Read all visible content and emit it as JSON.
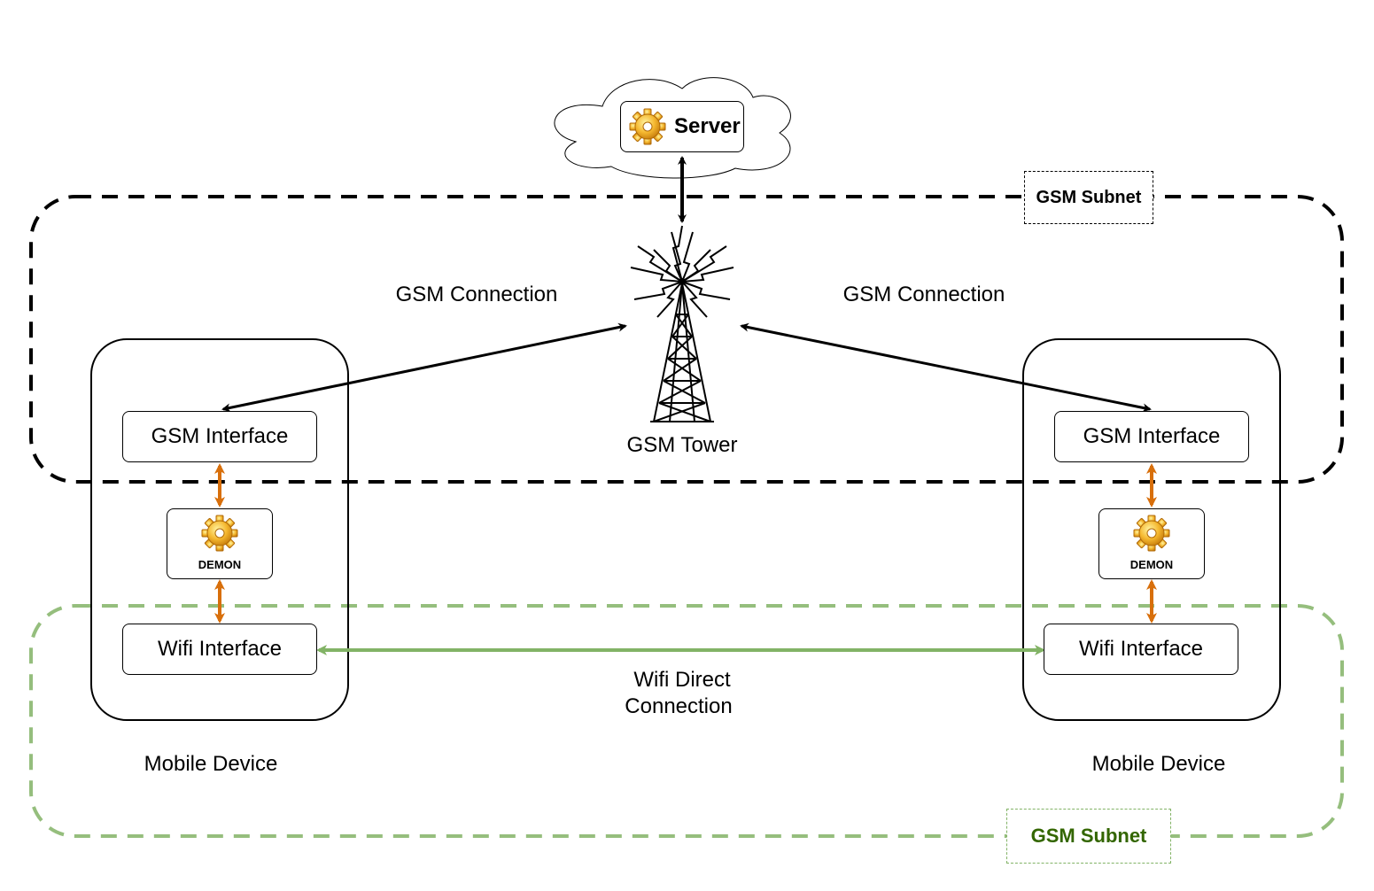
{
  "server": {
    "label": "Server",
    "icon": "gear-icon"
  },
  "tower": {
    "label": "GSM Tower",
    "icon": "radio-tower-icon"
  },
  "gsm_subnet": {
    "label": "GSM Subnet",
    "color": "#000000"
  },
  "wifi_subnet": {
    "label": "GSM Subnet",
    "color": "#82b366",
    "text_color": "#336600"
  },
  "links": {
    "gsm_left": "GSM Connection",
    "gsm_right": "GSM Connection",
    "wifi_direct_line1": "Wifi Direct",
    "wifi_direct_line2": "Connection"
  },
  "devices": [
    {
      "label": "Mobile Device",
      "gsm_interface": "GSM Interface",
      "demon": "DEMON",
      "wifi_interface": "Wifi Interface"
    },
    {
      "label": "Mobile Device",
      "gsm_interface": "GSM Interface",
      "demon": "DEMON",
      "wifi_interface": "Wifi Interface"
    }
  ],
  "colors": {
    "demon_arrow": "#d86f0b",
    "wifi_arrow": "#82b366",
    "gear": "#f0a820"
  }
}
